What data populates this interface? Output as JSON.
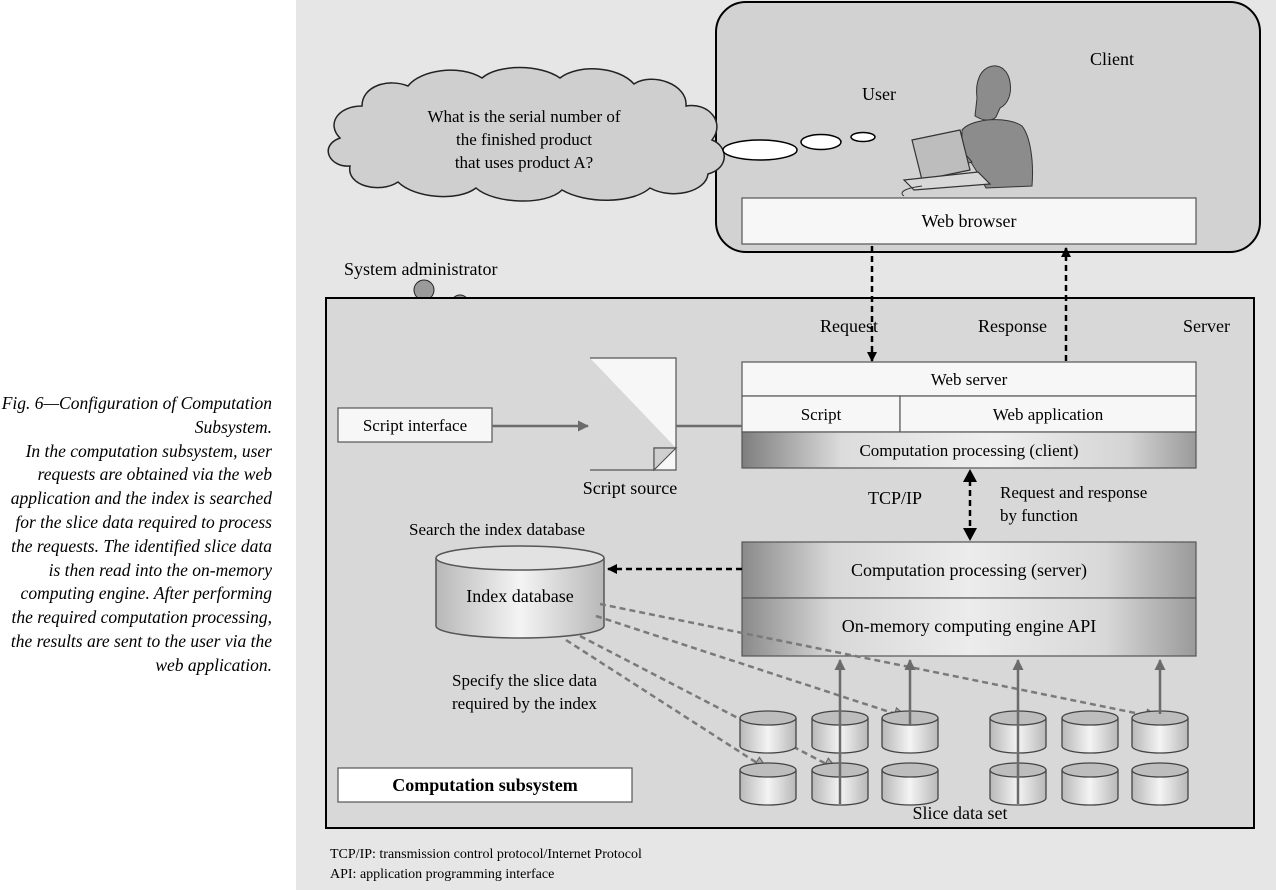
{
  "caption": {
    "title": "Fig. 6—Configuration of Computation Subsystem.",
    "body": "In the computation subsystem, user requests are obtained via the web application and the index is searched for the slice data required to process the requests. The identified slice data is then read into the on-memory computing engine. After performing the required computation processing, the results are sent to the user via the web application."
  },
  "client": {
    "label": "Client",
    "user_label": "User",
    "thought_text": [
      "What is the serial number of",
      "the finished product",
      "that uses product A?"
    ],
    "browser_label": "Web browser"
  },
  "server": {
    "label": "Server",
    "request_label": "Request",
    "response_label": "Response",
    "admin_label": "System administrator",
    "script_interface_label": "Script interface",
    "script_source_label": "Script source",
    "web_server_label": "Web server",
    "script_label": "Script",
    "web_application_label": "Web application",
    "comp_client_label": "Computation processing (client)",
    "tcpip_label": "TCP/IP",
    "req_resp_function_label": [
      "Request and response",
      "by function"
    ],
    "search_index_label": "Search the index database",
    "index_db_label": "Index database",
    "comp_server_label": "Computation processing (server)",
    "engine_api_label": "On-memory computing engine API",
    "specify_label": [
      "Specify the slice data",
      "required by the index"
    ],
    "subsystem_label": "Computation subsystem",
    "slice_set_label": "Slice data set"
  },
  "footnotes": [
    "TCP/IP: transmission control protocol/Internet Protocol",
    "API: application programming interface"
  ]
}
